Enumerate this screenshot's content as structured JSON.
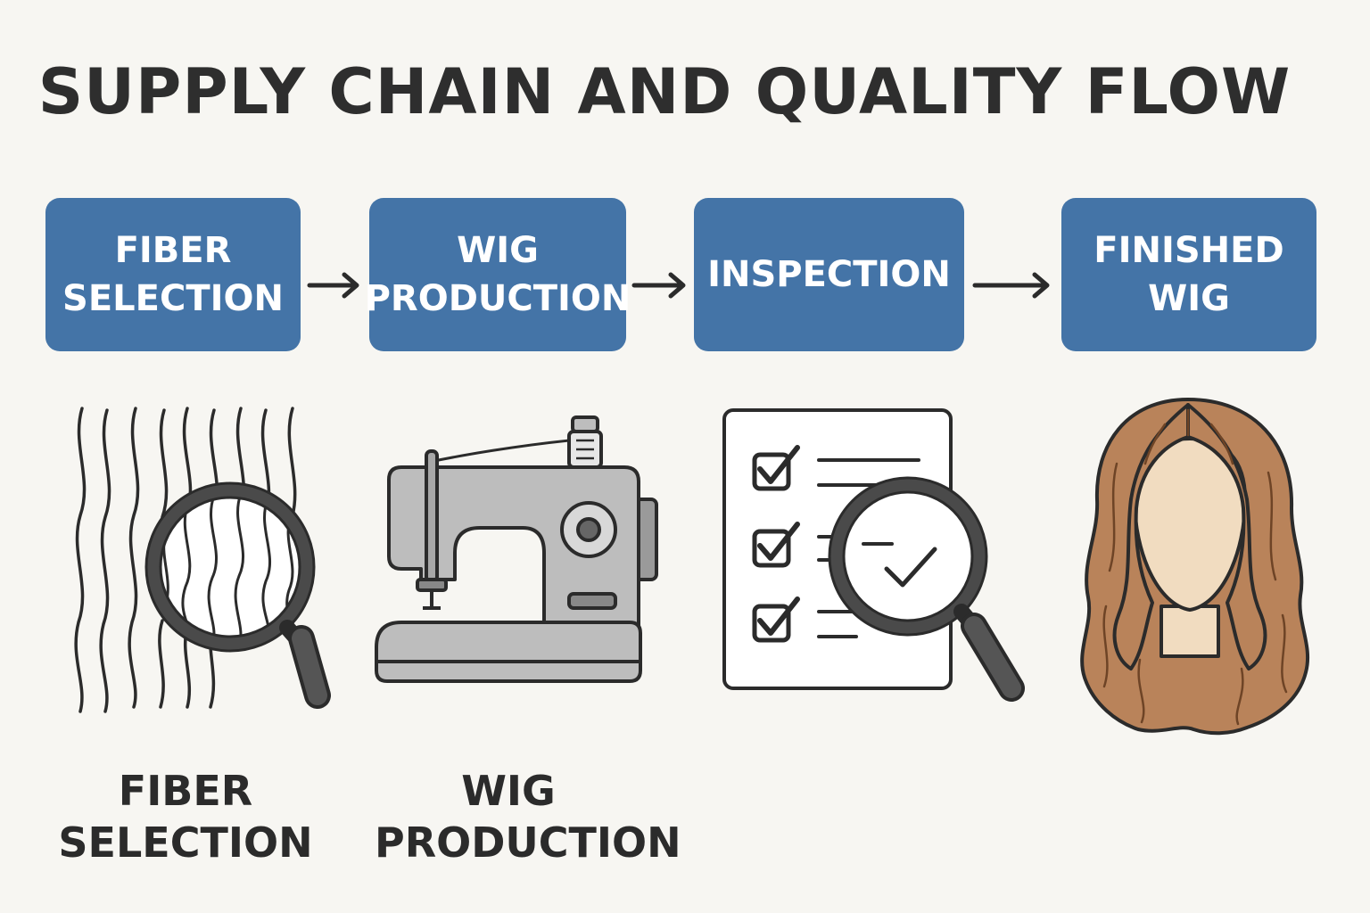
{
  "title": "SUPPLY CHAIN AND QUALITY FLOW",
  "steps": [
    {
      "line1": "FIBER",
      "line2": "SELECTION"
    },
    {
      "line1": "WIG",
      "line2": "PRODUCTION"
    },
    {
      "line1": "INSPECTION",
      "line2": ""
    },
    {
      "line1": "FINISHED",
      "line2": "WIG"
    }
  ],
  "captions": [
    {
      "line1": "FIBER",
      "line2": "SELECTION"
    },
    {
      "line1": "WIG",
      "line2": "PRODUCTION"
    }
  ],
  "icons": {
    "fiber": "fibers-magnifier-icon",
    "machine": "sewing-machine-icon",
    "inspection": "checklist-magnifier-icon",
    "wig": "wig-mannequin-icon"
  },
  "colors": {
    "step_box": "#4474a7",
    "step_text": "#ffffff",
    "background": "#f7f6f2",
    "text": "#2e2e2e",
    "hair": "#b9835a",
    "skin": "#f1dcc0",
    "machine": "#bdbdbd"
  }
}
